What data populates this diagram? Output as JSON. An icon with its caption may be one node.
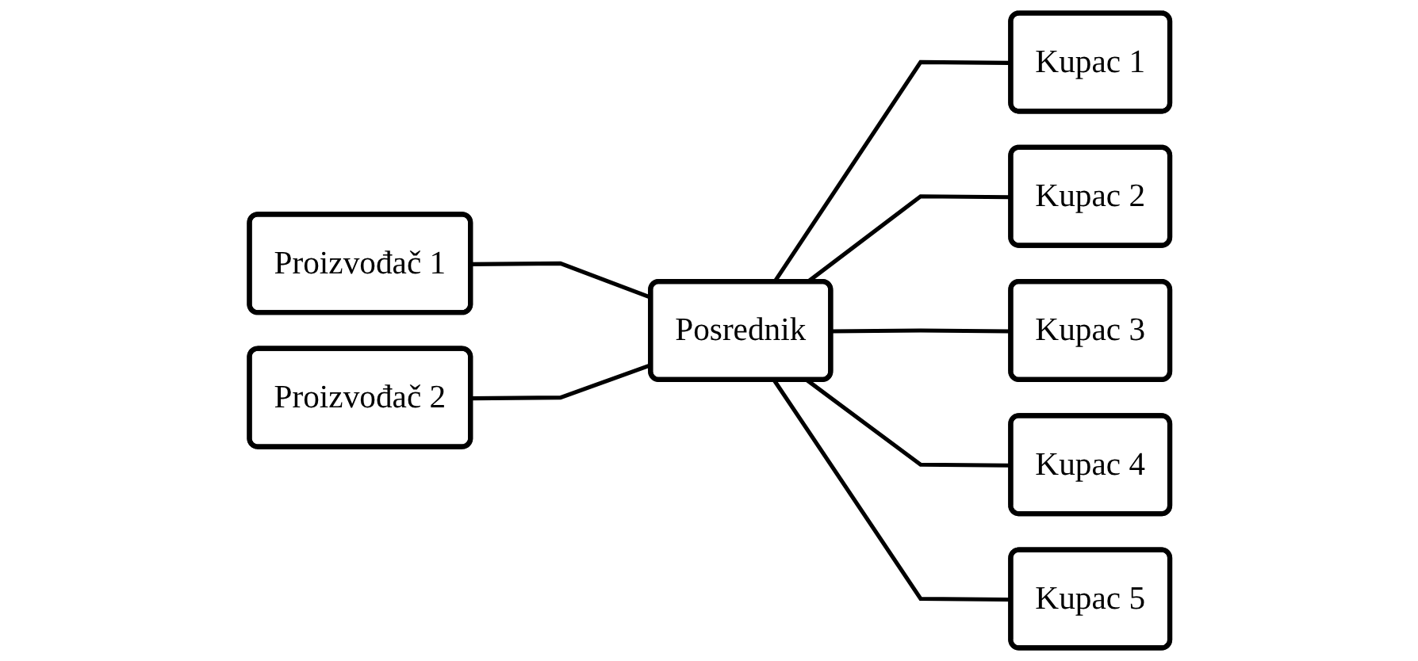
{
  "diagram": {
    "nodes": [
      {
        "text": [
          "Proizvođač 1"
        ]
      },
      {
        "text": [
          "Proizvođač 2"
        ]
      },
      {
        "text": [
          "Posrednik"
        ]
      },
      {
        "text": [
          "Kupac 1"
        ]
      },
      {
        "text": [
          "Kupac 2"
        ]
      },
      {
        "text": [
          "Kupac 3"
        ]
      },
      {
        "text": [
          "Kupac 4"
        ]
      },
      {
        "text": [
          "Kupac 5"
        ]
      }
    ],
    "edges": [
      {
        "from": 0,
        "to": 2,
        "arrow": "none"
      },
      {
        "from": 1,
        "to": 2,
        "arrow": "none"
      },
      {
        "from": 2,
        "to": 3,
        "arrow": "none"
      },
      {
        "from": 2,
        "to": 4,
        "arrow": "none"
      },
      {
        "from": 2,
        "to": 5,
        "arrow": "none"
      },
      {
        "from": 2,
        "to": 6,
        "arrow": "none"
      },
      {
        "from": 2,
        "to": 7,
        "arrow": "none"
      }
    ]
  }
}
